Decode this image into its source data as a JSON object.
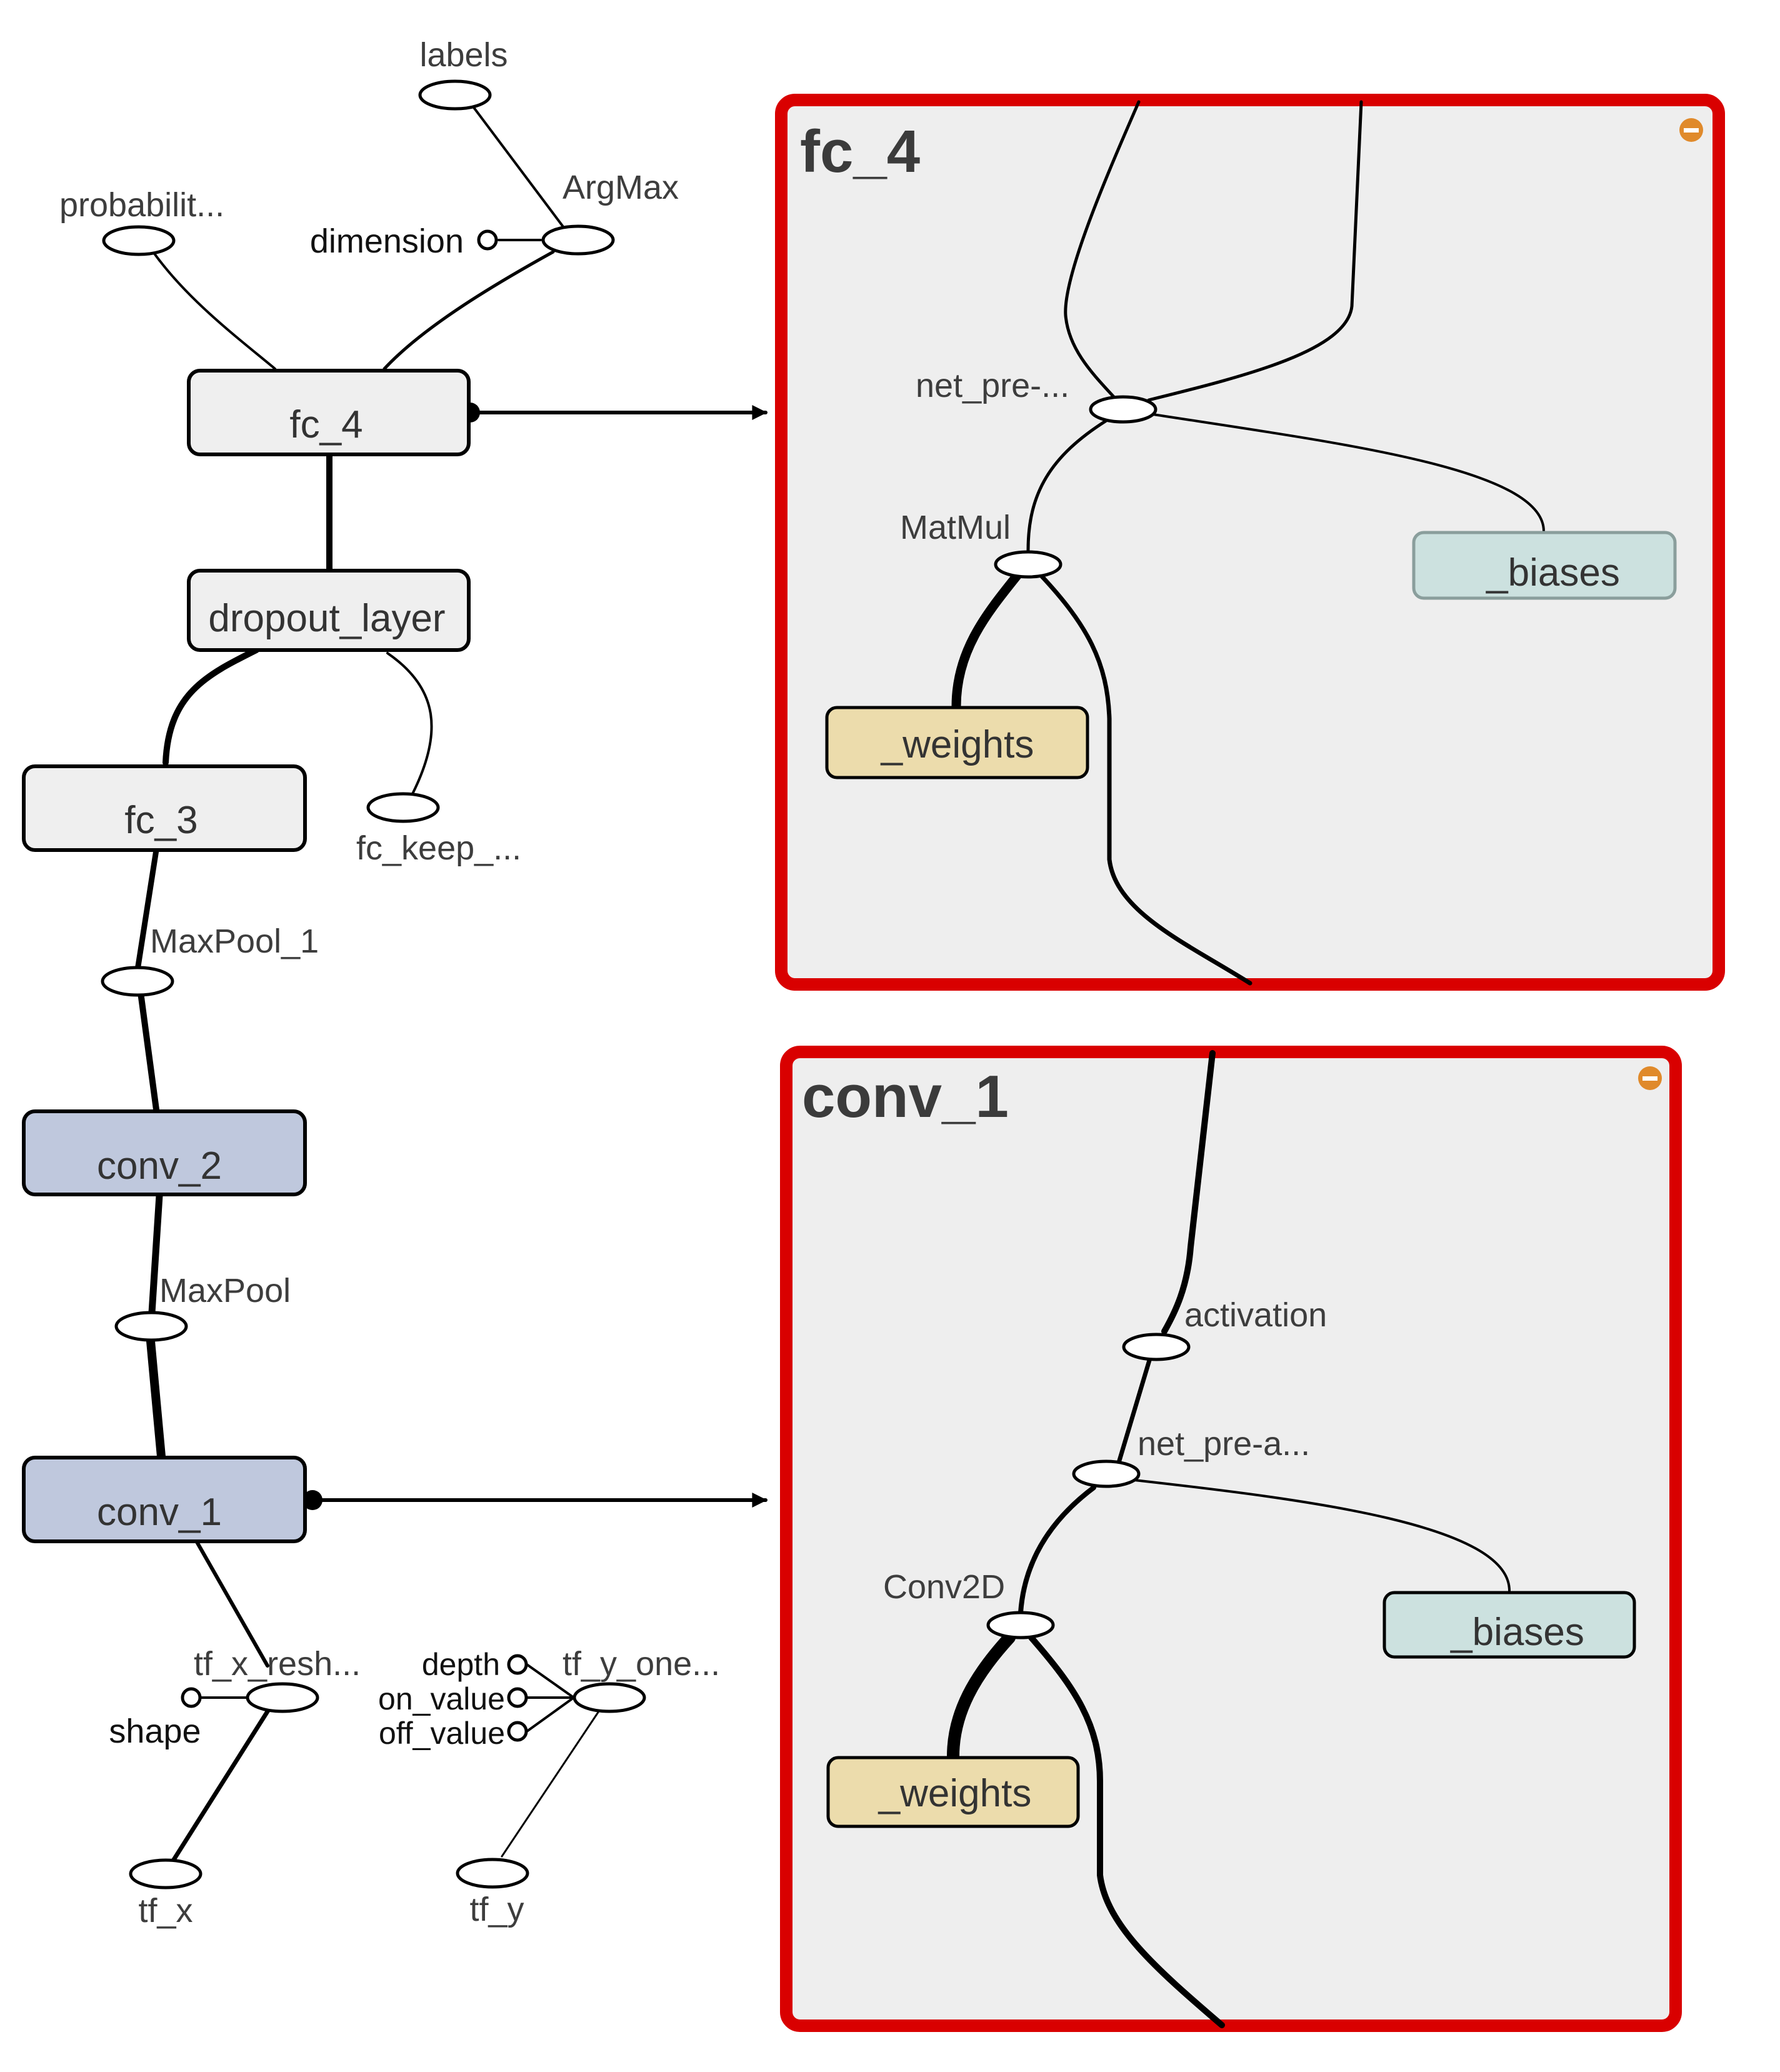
{
  "colors": {
    "highlight_border": "#d90000",
    "expanded_bg": "#eeeeee",
    "namescope_fill": "#efefef",
    "conv_fill": "#bfc8dd",
    "weights_fill": "#ecdcac",
    "biases_fill": "#cce1df",
    "collapse_badge": "#e08a2b"
  },
  "main_graph": {
    "labels": "labels",
    "argmax": "ArgMax",
    "dimension": "dimension",
    "probabilities": "probabilit...",
    "fc_4": "fc_4",
    "dropout_layer": "dropout_layer",
    "fc_keep": "fc_keep_...",
    "fc_3": "fc_3",
    "maxpool_1": "MaxPool_1",
    "conv_2": "conv_2",
    "maxpool": "MaxPool",
    "conv_1": "conv_1",
    "tf_x_reshape": "tf_x_resh...",
    "shape": "shape",
    "tf_x": "tf_x",
    "depth": "depth",
    "on_value": "on_value",
    "off_value": "off_value",
    "tf_y_onehot": "tf_y_one...",
    "tf_y": "tf_y"
  },
  "fc_4_panel": {
    "title": "fc_4",
    "net_pre": "net_pre-...",
    "matmul": "MatMul",
    "weights": "_weights",
    "biases": "_biases",
    "collapse_icon": "minus-circle-icon"
  },
  "conv_1_panel": {
    "title": "conv_1",
    "activation": "activation",
    "net_pre": "net_pre-a...",
    "conv2d": "Conv2D",
    "weights": "_weights",
    "biases": "_biases",
    "collapse_icon": "minus-circle-icon"
  }
}
